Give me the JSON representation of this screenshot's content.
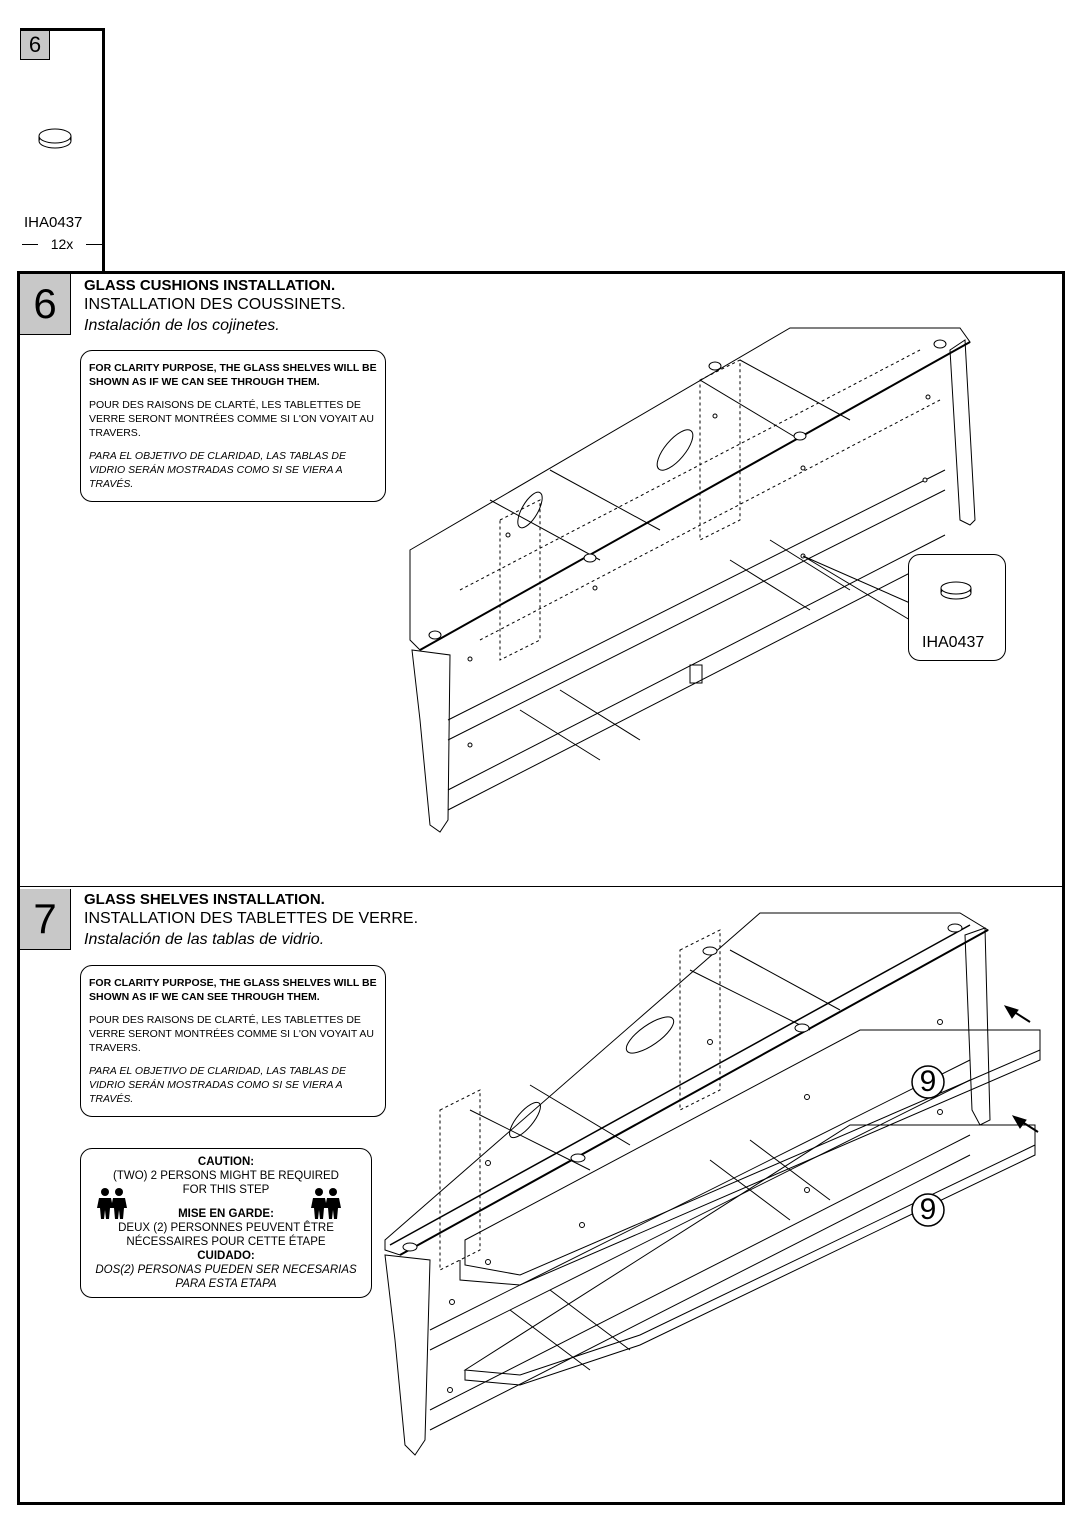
{
  "hardware": {
    "step": "6",
    "code": "IHA0437",
    "qty": "12x"
  },
  "step6": {
    "number": "6",
    "title_en": "GLASS CUSHIONS INSTALLATION.",
    "title_fr": "INSTALLATION DES COUSSINETS.",
    "title_es": "Instalación de los cojinetes.",
    "note_en": "FOR CLARITY PURPOSE, THE GLASS SHELVES WILL BE SHOWN AS IF WE CAN SEE THROUGH THEM.",
    "note_fr": "POUR DES RAISONS DE CLARTÉ, LES TABLETTES DE VERRE SERONT MONTRÉES COMME SI L'ON VOYAIT AU TRAVERS.",
    "note_es": "PARA EL OBJETIVO DE CLARIDAD, LAS TABLAS DE VIDRIO SERÁN MOSTRADAS COMO SI SE VIERA A TRAVÉS.",
    "callout_code": "IHA0437"
  },
  "step7": {
    "number": "7",
    "title_en": "GLASS SHELVES INSTALLATION.",
    "title_fr": "INSTALLATION DES TABLETTES DE VERRE.",
    "title_es": "Instalación de las tablas de vidrio.",
    "note_en": "FOR CLARITY PURPOSE, THE GLASS SHELVES WILL BE SHOWN AS IF WE CAN SEE THROUGH THEM.",
    "note_fr": "POUR DES RAISONS DE CLARTÉ, LES TABLETTES DE VERRE SERONT MONTRÉES COMME SI L'ON VOYAIT AU TRAVERS.",
    "note_es": "PARA EL OBJETIVO DE CLARIDAD, LAS TABLAS DE VIDRIO SERÁN MOSTRADAS COMO SI SE VIERA A TRAVÉS.",
    "caution": {
      "h_en": "CAUTION:",
      "t_en": "(TWO) 2 PERSONS MIGHT BE REQUIRED FOR THIS STEP",
      "h_fr": "MISE EN GARDE:",
      "t_fr": "DEUX (2) PERSONNES PEUVENT ÊTRE NÉCESSAIRES POUR CETTE ÉTAPE",
      "h_es": "CUIDADO:",
      "t_es": "DOS(2) PERSONAS PUEDEN SER NECESARIAS PARA ESTA ETAPA"
    },
    "part_label_1": "9",
    "part_label_2": "9"
  }
}
